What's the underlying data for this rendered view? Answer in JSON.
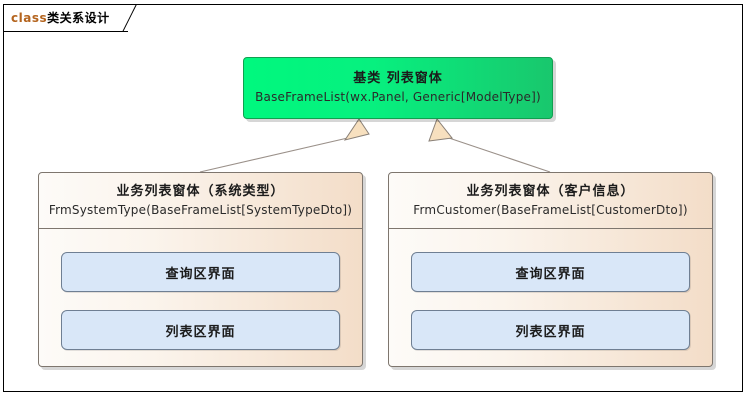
{
  "frame": {
    "stereotype": "class",
    "title": "类关系设计"
  },
  "diagram": {
    "kind": "uml-class-diagram",
    "relation": "generalization"
  },
  "base_class": {
    "title": "基类 列表窗体",
    "signature": "BaseFrameList(wx.Panel, Generic[ModelType])",
    "fill_start": "#00f87e",
    "fill_end": "#19c76d",
    "border": "#10a050"
  },
  "classes": [
    {
      "title": "业务列表窗体（系统类型）",
      "signature": "FrmSystemType(BaseFrameList[SystemTypeDto])",
      "members": [
        {
          "label": "查询区界面"
        },
        {
          "label": "列表区界面"
        }
      ]
    },
    {
      "title": "业务列表窗体（客户信息）",
      "signature": "FrmCustomer(BaseFrameList[CustomerDto])",
      "members": [
        {
          "label": "查询区界面"
        },
        {
          "label": "列表区界面"
        }
      ]
    }
  ],
  "colors": {
    "member_fill": "#d9e7f8",
    "member_border": "#6f7f93",
    "class_border": "#7e766e",
    "arrow_fill": "#f7e0bf",
    "arrow_border": "#8a8178",
    "keyword": "#b4641e"
  }
}
